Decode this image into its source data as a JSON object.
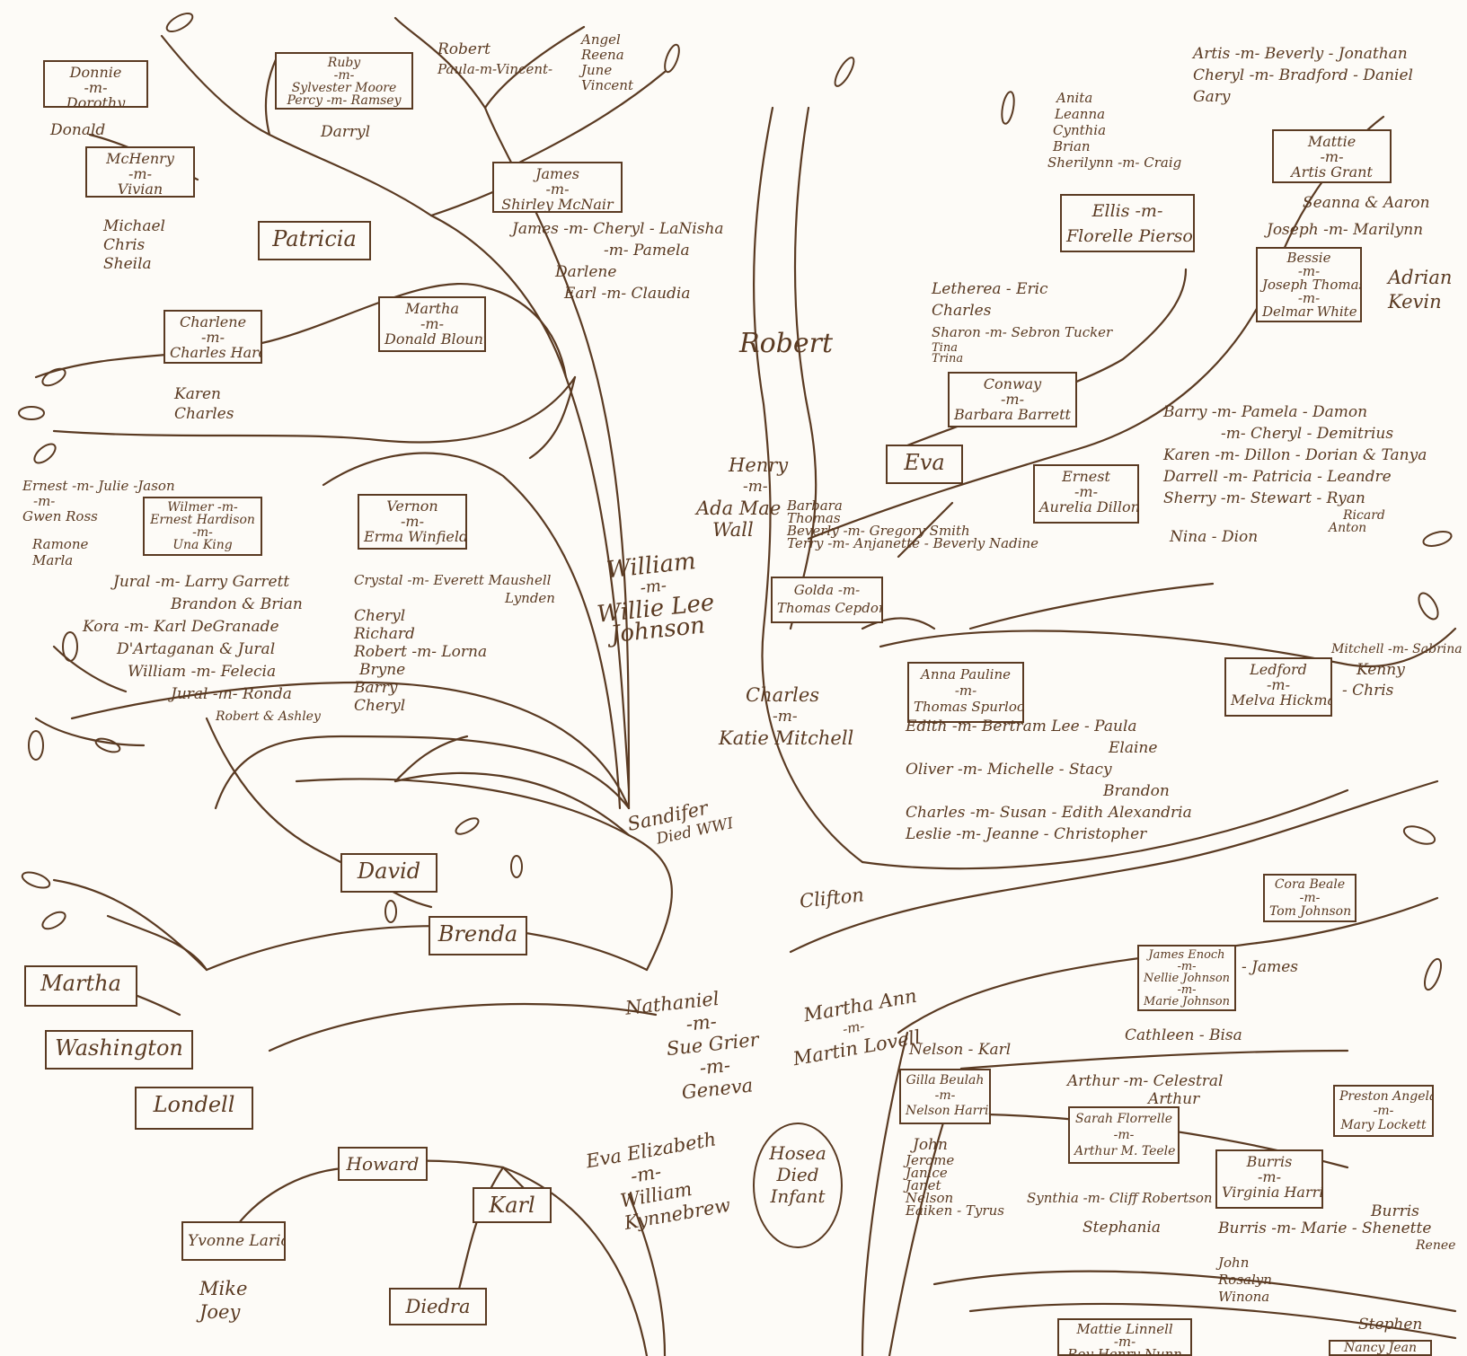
{
  "boxes": {
    "donnie": [
      "Donnie",
      "-m-",
      "Dorothy"
    ],
    "ruby": [
      "Ruby",
      "-m-",
      "Sylvester Moore",
      "Percy -m- Ramsey"
    ],
    "mchenry": [
      "McHenry",
      "-m-",
      "Vivian"
    ],
    "james_mcnair": [
      "James",
      "-m-",
      "Shirley McNair"
    ],
    "patricia": [
      "Patricia"
    ],
    "charlene": [
      "Charlene",
      "-m-",
      "Charles Hardy"
    ],
    "martha_blount": [
      "Martha",
      "-m-",
      "Donald Blount"
    ],
    "wilmer": [
      "Wilmer -m-",
      "Ernest Hardison",
      "-m-",
      "Una King"
    ],
    "vernon": [
      "Vernon",
      "-m-",
      "Erma Winfield"
    ],
    "ellis": [
      "Ellis -m-",
      "Florelle Pierson"
    ],
    "mattie": [
      "Mattie",
      "-m-",
      "Artis Grant"
    ],
    "bessie": [
      "Bessie",
      "-m-",
      "Joseph Thomas",
      "-m-",
      "Delmar White"
    ],
    "conway": [
      "Conway",
      "-m-",
      "Barbara Barrett"
    ],
    "eva": [
      "Eva"
    ],
    "ernest": [
      "Ernest",
      "-m-",
      "Aurelia Dillon"
    ],
    "golda": [
      "Golda -m-",
      "Thomas Cepdor"
    ],
    "anna": [
      "Anna Pauline",
      "-m-",
      "Thomas Spurlock"
    ],
    "ledford": [
      "Ledford",
      "-m-",
      "Melva Hickman"
    ],
    "david": [
      "David"
    ],
    "brenda": [
      "Brenda"
    ],
    "martha2": [
      "Martha"
    ],
    "washington": [
      "Washington"
    ],
    "londell": [
      "Londell"
    ],
    "howard": [
      "Howard"
    ],
    "karl": [
      "Karl"
    ],
    "yvonne": [
      "Yvonne Lario"
    ],
    "diedra": [
      "Diedra"
    ],
    "cora": [
      "Cora Beale",
      "-m-",
      "Tom Johnson"
    ],
    "james_enoch": [
      "James Enoch",
      "-m-",
      "Nellie Johnson",
      "-m-",
      "Marie Johnson"
    ],
    "gilla": [
      "Gilla Beulah",
      "-m-",
      "Nelson Harris"
    ],
    "sarah": [
      "Sarah Florrelle",
      "-m-",
      "Arthur M. Teele"
    ],
    "burris": [
      "Burris",
      "-m-",
      "Virginia Harris"
    ],
    "preston": [
      "Preston Angela",
      "-m-",
      "Mary Lockett"
    ],
    "mattie_linnell": [
      "Mattie Linnell",
      "-m-",
      "Roy Henry Nunn"
    ],
    "nancy": [
      "Nancy Jean"
    ]
  },
  "texts": {
    "robert_paula": [
      "Robert",
      "Paula-m-Vincent-"
    ],
    "angel": [
      "Angel",
      "Reena",
      "June",
      "Vincent"
    ],
    "donald": [
      "Donald"
    ],
    "darryl": [
      "Darryl"
    ],
    "michael": [
      "Michael",
      "Chris",
      "Sheila"
    ],
    "james_kids": [
      "James -m- Cheryl - LaNisha",
      "-m- Pamela",
      "Darlene",
      "Earl -m- Claudia"
    ],
    "karen": [
      "Karen",
      "Charles"
    ],
    "ernest_julie": [
      "Ernest -m- Julie -Jason",
      "-m-",
      "Gwen Ross"
    ],
    "ramone": [
      "Ramone",
      "Marla"
    ],
    "jural": [
      "Jural -m- Larry Garrett",
      "Brandon & Brian",
      "Kora -m- Karl DeGranade",
      "D'Artaganan & Jural",
      "William -m- Felecia",
      "Jural -m- Ronda",
      "Robert & Ashley"
    ],
    "crystal": [
      "Crystal -m- Everett Maushell",
      "Lynden",
      "Cheryl",
      "Richard",
      "Robert -m- Lorna",
      "Bryne",
      "Barry",
      "Cheryl"
    ],
    "william": [
      "William",
      "-m-",
      "Willie Lee",
      "Johnson"
    ],
    "sandifer": [
      "Sandifer",
      "Died WWI"
    ],
    "nathaniel": [
      "Nathaniel",
      "-m-",
      "Sue Grier",
      "-m-",
      "Geneva"
    ],
    "eva_elizabeth": [
      "Eva Elizabeth",
      "-m-",
      "William",
      "Kynnebrew"
    ],
    "mike": [
      "Mike",
      "Joey"
    ],
    "hosea": [
      "Hosea",
      "Died",
      "Infant"
    ],
    "artis": [
      "Artis -m- Beverly - Jonathan",
      "Cheryl -m- Bradford - Daniel",
      "Gary"
    ],
    "anita": [
      "Anita",
      "Leanna",
      "Cynthia",
      "Brian",
      "Sherilynn -m- Craig"
    ],
    "seanna": [
      "Seanna & Aaron",
      "Joseph -m- Marilynn"
    ],
    "adrian": [
      "Adrian",
      "Kevin"
    ],
    "letherea": [
      "Letherea - Eric",
      "Charles",
      "Sharon -m- Sebron Tucker",
      "Tina",
      "Trina"
    ],
    "robert_big": [
      "Robert"
    ],
    "barry": [
      "Barry -m- Pamela - Damon",
      "-m- Cheryl - Demitrius",
      "Karen -m- Dillon - Dorian & Tanya",
      "Darrell -m- Patricia - Leandre",
      "Sherry -m- Stewart - Ryan",
      "Ricard",
      "Anton"
    ],
    "nina": [
      "Nina - Dion"
    ],
    "henry": [
      "Henry",
      "-m-",
      "Ada Mae",
      "Wall"
    ],
    "barbara": [
      "Barbara",
      "Thomas",
      "Beverly -m- Gregory Smith",
      "Terry -m- Anjanette - Beverly Nadine"
    ],
    "mitchell": [
      "Mitchell -m- Sabrina",
      "Kenny",
      "- Chris"
    ],
    "charles": [
      "Charles",
      "-m-",
      "Katie Mitchell"
    ],
    "edith": [
      "Edith -m- Bertram Lee - Paula",
      "Elaine",
      "Oliver -m- Michelle - Stacy",
      "Brandon",
      "Charles -m- Susan - Edith Alexandria",
      "Leslie -m- Jeanne - Christopher"
    ],
    "clifton": [
      "Clifton"
    ],
    "martha_ann": [
      "Martha Ann",
      "-m-",
      "Martin Lovell"
    ],
    "nelson": [
      "Nelson - Karl"
    ],
    "james_r": [
      "- James"
    ],
    "cathleen": [
      "Cathleen - Bisa"
    ],
    "arthur": [
      "Arthur -m- Celestral",
      "Arthur"
    ],
    "john": [
      "John",
      "Jerome",
      "Janice",
      "Janet",
      "Nelson",
      "Eaiken - Tyrus"
    ],
    "synthia": [
      "Synthia -m- Cliff Robertson"
    ],
    "stephania": [
      "Stephania"
    ],
    "burris_r": [
      "Burris",
      "Burris -m- Marie - Shenette",
      "Renee",
      "John",
      "Rosalyn",
      "Winona"
    ],
    "stephen": [
      "Stephen"
    ]
  }
}
